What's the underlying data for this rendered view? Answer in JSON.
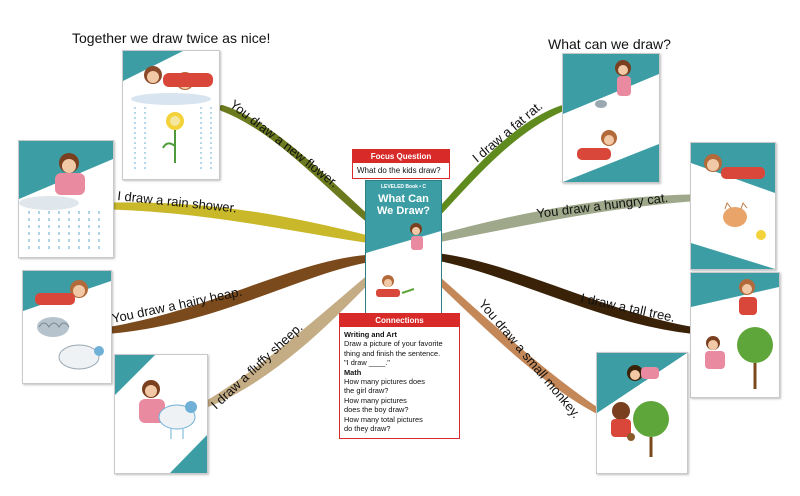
{
  "titles": {
    "left": "Together we draw twice as nice!",
    "right": "What can we draw?"
  },
  "branches": [
    {
      "label": "You draw a new flower.",
      "color": "#6b7a1e"
    },
    {
      "label": "I draw a rain shower.",
      "color": "#c9b82a"
    },
    {
      "label": "You draw a hairy heap.",
      "color": "#7a4a1c"
    },
    {
      "label": "I draw a fluffy sheep.",
      "color": "#c4ac84"
    },
    {
      "label": "I draw a fat rat.",
      "color": "#5f8a1e"
    },
    {
      "label": "You draw a hungry cat.",
      "color": "#9fa88a"
    },
    {
      "label": "I draw a tall tree.",
      "color": "#3a2208"
    },
    {
      "label": "You draw a small monkey.",
      "color": "#c48758"
    }
  ],
  "focus": {
    "header": "Focus Question",
    "question": "What do the kids draw?"
  },
  "book": {
    "series": "LEVELED Book • C",
    "title_line1": "What Can",
    "title_line2": "We Draw?"
  },
  "connections": {
    "header": "Connections",
    "writing_heading": "Writing and Art",
    "writing_lines": [
      "Draw a picture of your favorite",
      "thing and finish the sentence.",
      "\"I draw ____.\""
    ],
    "math_heading": "Math",
    "math_lines": [
      "How many pictures does",
      "the girl draw?",
      "How many pictures",
      "does the boy draw?",
      "How many total pictures",
      "do they draw?"
    ]
  },
  "colors": {
    "accent_red": "#d92a2a",
    "teal": "#3c9ea4"
  }
}
